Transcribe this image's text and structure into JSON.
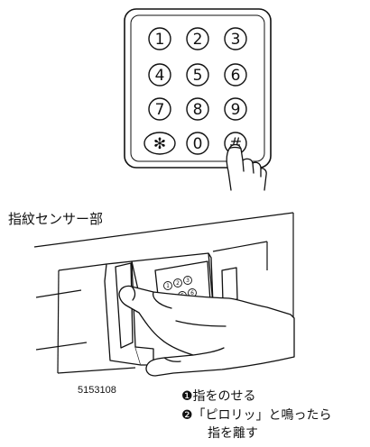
{
  "keypad": {
    "keys": [
      "1",
      "2",
      "3",
      "4",
      "5",
      "6",
      "7",
      "8",
      "9",
      "✻",
      "0",
      "#"
    ],
    "pressed_key": "#"
  },
  "device_panel_keys": [
    "1",
    "2",
    "3",
    "4",
    "5",
    "6"
  ],
  "labels": {
    "sensor": "指紋センサー部",
    "figure_code": "5153108",
    "step1": "❶指をのせる",
    "step2_line1": "❷「ピロリッ」と鳴ったら",
    "step2_line2": "指を離す"
  }
}
